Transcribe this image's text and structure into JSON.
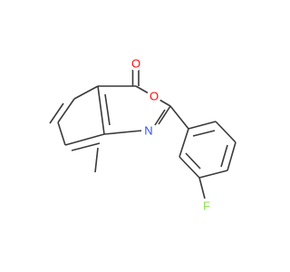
{
  "molecule": {
    "atoms": {
      "carbonyl_o": {
        "label": "O",
        "color": "#ff0d0d"
      },
      "ring_o": {
        "label": "O",
        "color": "#ff0d0d"
      },
      "ring_n": {
        "label": "N",
        "color": "#3050f8"
      },
      "fluorine": {
        "label": "F",
        "color": "#90e050"
      }
    },
    "bond_color": "#3a3a3a",
    "background": "#ffffff"
  }
}
